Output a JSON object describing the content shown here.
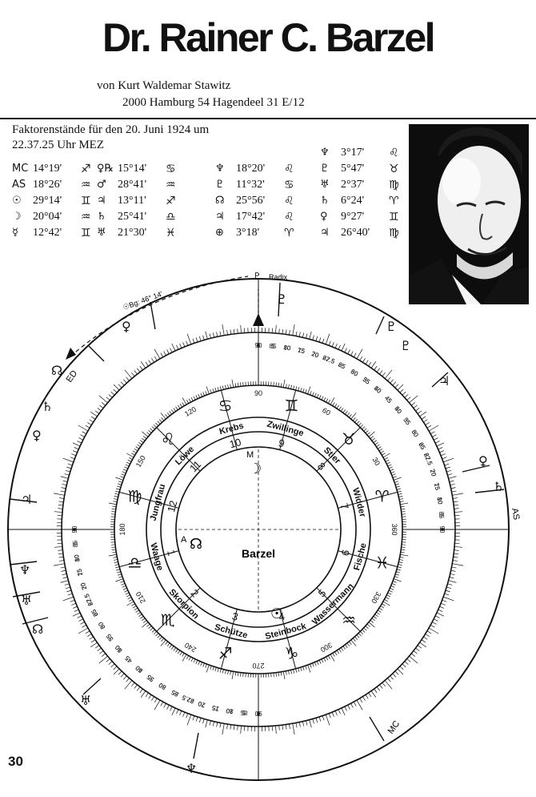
{
  "header": {
    "title": "Dr. Rainer C. Barzel",
    "byline_line1": "von  Kurt Waldemar Stawitz",
    "byline_line2": "2000 Hamburg 54   Hagendeel 31 E/12"
  },
  "caption": {
    "line1": "Faktorenstände für den 20. Juni 1924 um",
    "line2": "22.37.25 Uhr MEZ"
  },
  "positions": {
    "col1": [
      {
        "sym": "MC",
        "val": "14°19'",
        "sign": "♐"
      },
      {
        "sym": "AS",
        "val": "18°26'",
        "sign": "♒"
      },
      {
        "sym": "☉",
        "val": "29°14'",
        "sign": "♊"
      },
      {
        "sym": "☽",
        "val": "20°04'",
        "sign": "♒"
      },
      {
        "sym": "☿",
        "val": "12°42'",
        "sign": "♊"
      }
    ],
    "col2": [
      {
        "sym": "♀℞",
        "val": "15°14'",
        "sign": "♋"
      },
      {
        "sym": "♂",
        "val": "28°41'",
        "sign": "♒"
      },
      {
        "sym": "♃",
        "val": "13°11'",
        "sign": "♐"
      },
      {
        "sym": "♄",
        "val": "25°41'",
        "sign": "♎"
      },
      {
        "sym": "♅",
        "val": "21°30'",
        "sign": "♓"
      }
    ],
    "col3": [
      {
        "sym": "♆",
        "val": "18°20'",
        "sign": "♌"
      },
      {
        "sym": "♇",
        "val": "11°32'",
        "sign": "♋"
      },
      {
        "sym": "☊",
        "val": "25°56'",
        "sign": "♌"
      },
      {
        "sym": "♃",
        "val": "17°42'",
        "sign": "♌"
      },
      {
        "sym": "⊕",
        "val": "3°18'",
        "sign": "♈"
      }
    ],
    "col4": [
      {
        "sym": "♆",
        "val": "3°17'",
        "sign": "♌"
      },
      {
        "sym": "♇",
        "val": "5°47'",
        "sign": "♉"
      },
      {
        "sym": "♅",
        "val": "2°37'",
        "sign": "♍"
      },
      {
        "sym": "♄",
        "val": "6°24'",
        "sign": "♈"
      },
      {
        "sym": "♀",
        "val": "9°27'",
        "sign": "♊"
      },
      {
        "sym": "♃",
        "val": "26°40'",
        "sign": "♍"
      }
    ]
  },
  "wheel": {
    "center_name": "Barzel",
    "houses": [
      "1",
      "2",
      "3",
      "4",
      "5",
      "6",
      "7",
      "8",
      "9",
      "10",
      "11",
      "12"
    ],
    "house_signs": [
      "Waage",
      "Skorpion",
      "Schütze",
      "Steinbock",
      "Wassermann",
      "Fische",
      "Widder",
      "Stier",
      "Zwillinge",
      "Krebs",
      "Löwe",
      "Jungfrau"
    ],
    "zodiac_glyphs": [
      "♎",
      "♏",
      "♐",
      "♑",
      "♒",
      "♓",
      "♈",
      "♉",
      "♊",
      "♋",
      "♌",
      "♍"
    ],
    "inner_degree_labels": [
      "90",
      "60",
      "30",
      "360",
      "330",
      "300",
      "270",
      "240",
      "210",
      "180",
      "150",
      "120"
    ],
    "outer_scale_labels": [
      "0",
      "5",
      "10",
      "15",
      "20",
      "22.5",
      "25",
      "30",
      "35",
      "40",
      "45",
      "50",
      "55",
      "60",
      "65",
      "67.5",
      "70",
      "75",
      "80",
      "85",
      "90"
    ],
    "markers": {
      "top_formula": "☉/☊ + ♃/♇",
      "radix_label": "Radix",
      "arc_label": "☉Bg: 46° 14'",
      "ed_label": "ED",
      "as_label": "AS",
      "mc_label": "MC",
      "asc_point_label": "A",
      "mc_point_label": "M"
    }
  },
  "page_number": "30"
}
